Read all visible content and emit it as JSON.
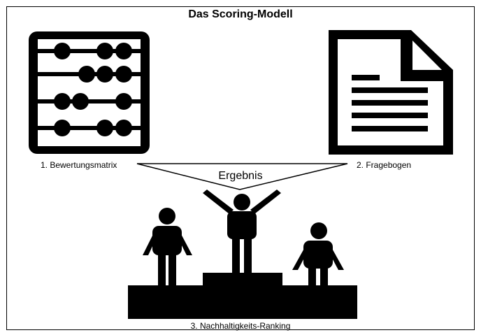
{
  "diagram": {
    "title": "Das Scoring-Modell",
    "step1_label": "1. Bewertungsmatrix",
    "step2_label": "2. Fragebogen",
    "result_label": "Ergebnis",
    "step3_label": "3. Nachhaltigkeits-Ranking"
  },
  "icons": {
    "step1": "abacus-icon",
    "step2": "document-icon",
    "step3": "podium-icon"
  },
  "colors": {
    "stroke": "#000000",
    "background": "#ffffff"
  }
}
